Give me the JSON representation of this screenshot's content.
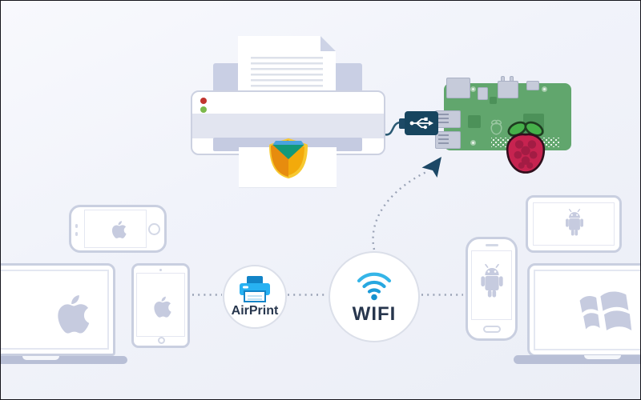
{
  "diagram": {
    "kind": "network-illustration",
    "nodes": {
      "airprint": {
        "label": "AirPrint",
        "icon": "printer-icon"
      },
      "wifi": {
        "label": "WIFI",
        "icon": "wifi-icon"
      }
    },
    "devices": [
      {
        "name": "iphone",
        "platform": "apple",
        "form": "phone-landscape",
        "icon": "apple-logo-icon"
      },
      {
        "name": "macbook",
        "platform": "apple",
        "form": "laptop",
        "icon": "apple-logo-icon"
      },
      {
        "name": "ipad",
        "platform": "apple",
        "form": "tablet-portrait",
        "icon": "apple-logo-icon"
      },
      {
        "name": "android-phone",
        "platform": "android",
        "form": "phone-portrait",
        "icon": "android-robot-icon"
      },
      {
        "name": "android-tablet",
        "platform": "android",
        "form": "tablet-landscape",
        "icon": "android-robot-icon"
      },
      {
        "name": "windows-laptop",
        "platform": "windows",
        "form": "laptop",
        "icon": "windows-logo-icon"
      }
    ],
    "printer": {
      "status_leds": [
        "red",
        "green"
      ],
      "output_logo": "open-box-logo"
    },
    "raspberry_pi": {
      "logo": "raspberry-icon",
      "connection": "usb-cable"
    },
    "links": [
      {
        "from": "ipad",
        "to": "airprint",
        "style": "dotted"
      },
      {
        "from": "airprint",
        "to": "wifi",
        "style": "dotted"
      },
      {
        "from": "wifi",
        "to": "android-phone",
        "style": "dotted"
      },
      {
        "from": "wifi",
        "to": "raspberry-pi",
        "style": "dotted-arrow"
      },
      {
        "from": "printer",
        "to": "raspberry-pi",
        "style": "usb-cable"
      }
    ]
  },
  "colors": {
    "device_outline": "#c9cfe0",
    "device_glyph": "#c6cbdf",
    "accent_blue": "#27b1f2",
    "accent_blue_dark": "#1284c7",
    "label_text": "#27364d",
    "dotted_line": "#9aa3b6",
    "cable_teal": "#17455f",
    "arrow_teal": "#1c4866",
    "pi_board_green": "#61a66d",
    "pi_chip_green": "#4c9159",
    "raspberry_red": "#c72350",
    "leaf_green": "#46b04a",
    "led_red": "#c1352f",
    "led_green": "#7cb94c",
    "printer_tray": "#c9cfe4",
    "box_logo_green": "#13997a",
    "box_logo_orange": "#e78c0e",
    "box_logo_amber": "#f3aa0b",
    "box_logo_rim": "#f7c931"
  }
}
